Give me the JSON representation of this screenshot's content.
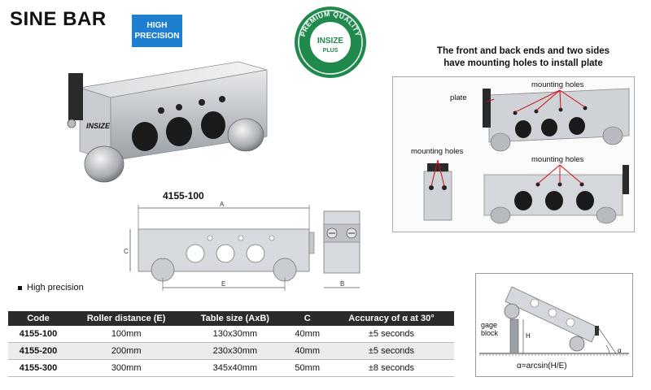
{
  "page": {
    "title": "SINE BAR",
    "badge_line1": "HIGH",
    "badge_line2": "PRECISION",
    "seal_top_text": "PREMIUM QUALITY",
    "seal_brand": "INSIZE",
    "seal_plus": "PLUS",
    "product_brand": "INSIZE",
    "model_number": "4155-100"
  },
  "mounting_info": {
    "description_line1": "The front and back ends and two sides",
    "description_line2": "have mounting holes to install plate",
    "label_plate": "plate",
    "label_mounting_holes_top": "mounting holes",
    "label_mounting_holes_left": "mounting holes",
    "label_mounting_holes_bottom": "mounting holes"
  },
  "drawing": {
    "dim_a": "A",
    "dim_b": "B",
    "dim_c": "C",
    "dim_e": "E"
  },
  "features": [
    "High precision"
  ],
  "spec_table": {
    "headers": [
      "Code",
      "Roller distance (E)",
      "Table size (AxB)",
      "C",
      "Accuracy of α at 30°"
    ],
    "rows": [
      [
        "4155-100",
        "100mm",
        "130x30mm",
        "40mm",
        "±5 seconds"
      ],
      [
        "4155-200",
        "200mm",
        "230x30mm",
        "40mm",
        "±5 seconds"
      ],
      [
        "4155-300",
        "300mm",
        "345x40mm",
        "50mm",
        "±8 seconds"
      ]
    ]
  },
  "angle_diagram": {
    "label_gage": "gage",
    "label_block": "block",
    "label_h": "H",
    "label_alpha": "α",
    "formula": "α=arcsin(H/E)"
  },
  "colors": {
    "badge_blue": "#1e7fd0",
    "seal_green": "#1f8a4c",
    "table_header": "#2b2b2b",
    "leader_red": "#d01010"
  }
}
